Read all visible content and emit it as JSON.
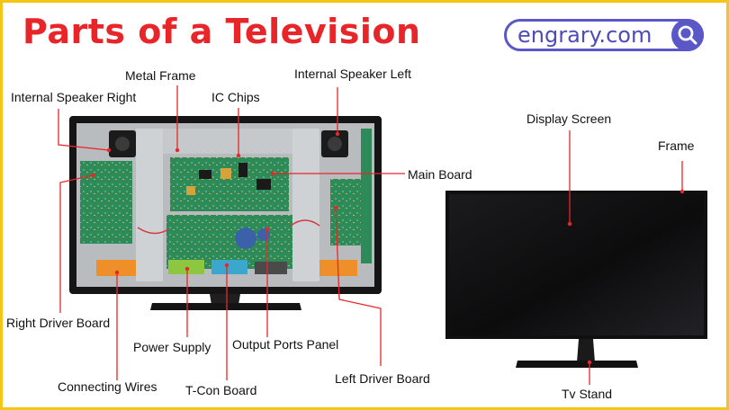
{
  "title": "Parts of a Television",
  "brand": {
    "name": "engrary.com",
    "icon": "search-icon",
    "color": "#5a58c6"
  },
  "accent_color": "#e8262a",
  "labels": {
    "metal_frame": "Metal Frame",
    "internal_speaker_left": "Internal Speaker Left",
    "internal_speaker_right": "Internal Speaker Right",
    "ic_chips": "IC Chips",
    "main_board": "Main Board",
    "right_driver_board": "Right Driver Board",
    "power_supply": "Power Supply",
    "output_ports_panel": "Output Ports Panel",
    "connecting_wires": "Connecting Wires",
    "t_con_board": "T-Con Board",
    "left_driver_board": "Left Driver Board",
    "display_screen": "Display Screen",
    "frame": "Frame",
    "tv_stand": "Tv Stand"
  }
}
